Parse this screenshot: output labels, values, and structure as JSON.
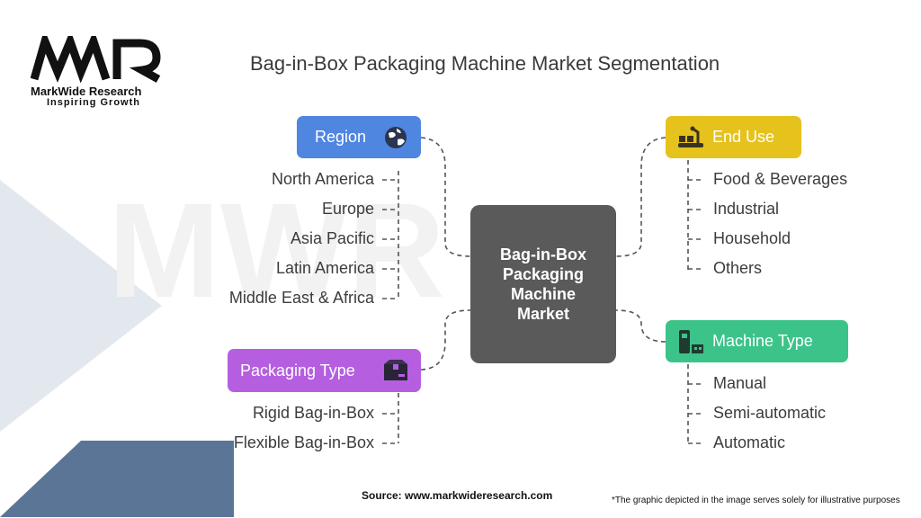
{
  "brand": {
    "name": "MarkWide Research",
    "tagline": "Inspiring Growth"
  },
  "title": "Bag-in-Box Packaging Machine Market Segmentation",
  "center": "Bag-in-Box Packaging Machine Market",
  "segments": {
    "region": {
      "label": "Region",
      "color": "#4f86e0",
      "icon": "globe-icon",
      "items": [
        "North America",
        "Europe",
        "Asia Pacific",
        "Latin America",
        "Middle East & Africa"
      ]
    },
    "packaging_type": {
      "label": "Packaging Type",
      "color": "#b55fe0",
      "icon": "box-icon",
      "items": [
        "Rigid Bag-in-Box",
        "Flexible Bag-in-Box"
      ]
    },
    "end_use": {
      "label": "End Use",
      "color": "#e6c21d",
      "icon": "conveyor-icon",
      "items": [
        "Food & Beverages",
        "Industrial",
        "Household",
        "Others"
      ]
    },
    "machine_type": {
      "label": "Machine Type",
      "color": "#3cc38a",
      "icon": "machine-icon",
      "items": [
        "Manual",
        "Semi-automatic",
        "Automatic"
      ]
    }
  },
  "footer": {
    "source": "Source: www.markwideresearch.com",
    "disclaimer": "*The graphic depicted in the image serves solely for illustrative purposes"
  }
}
